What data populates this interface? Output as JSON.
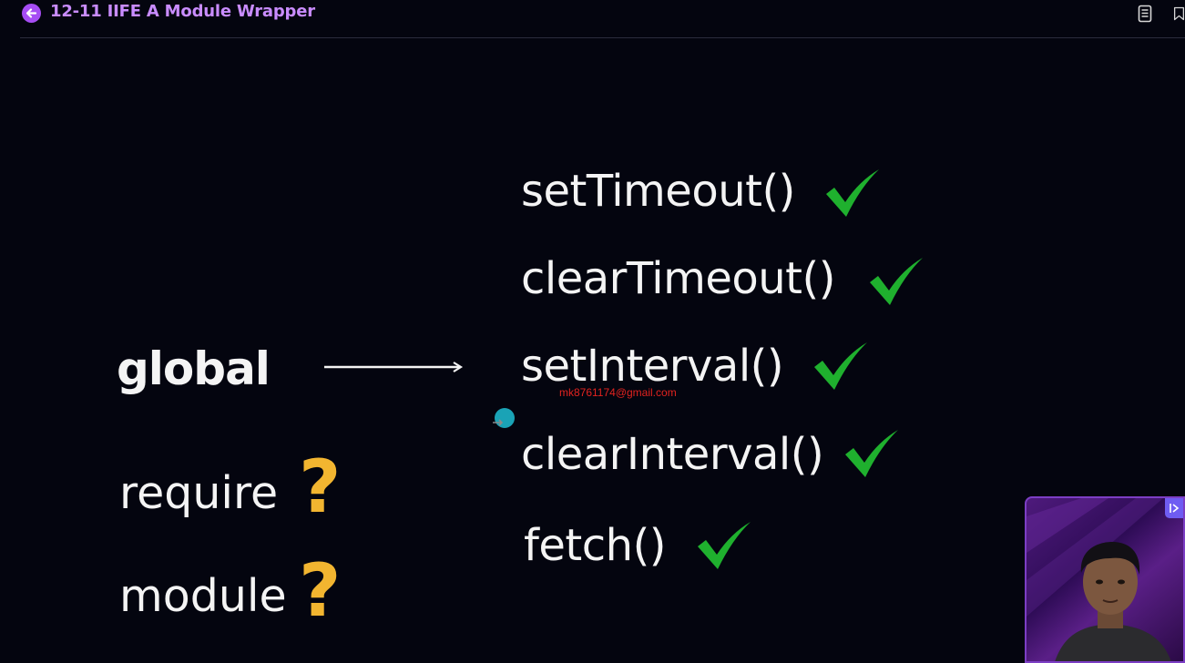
{
  "header": {
    "title": "12-11 IIFE A Module Wrapper",
    "back_icon": "arrow-left-icon",
    "notes_icon": "notes-icon",
    "bookmark_icon": "bookmark-icon"
  },
  "slide": {
    "left_items": {
      "global": "global",
      "require": "require",
      "module": "module",
      "question_mark": "?"
    },
    "right_items": [
      "setTimeout()",
      "clearTimeout()",
      "setInterval()",
      "clearInterval()",
      "fetch()"
    ],
    "watermark": "mk8761174@gmail.com"
  },
  "colors": {
    "background": "#04050f",
    "accent": "#a64df4",
    "check": "#1fb02e",
    "question": "#f2b530",
    "watermark": "#e3231f"
  }
}
